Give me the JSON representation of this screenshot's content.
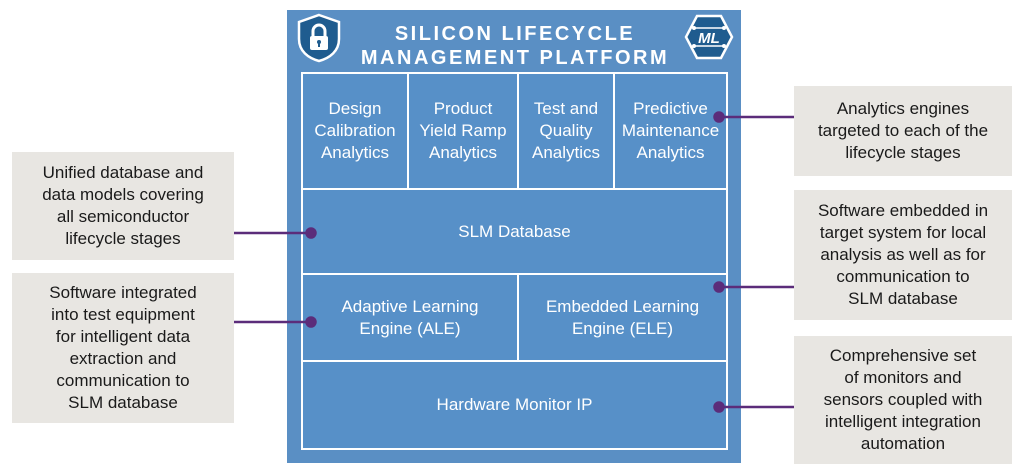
{
  "title": {
    "line1": "SILICON LIFECYCLE",
    "line2": "MANAGEMENT PLATFORM"
  },
  "badges": {
    "left_icon": "shield-lock-icon",
    "right_icon": "ml-chip-icon",
    "right_text": "ML"
  },
  "analytics": [
    {
      "lines": [
        "Design",
        "Calibration",
        "Analytics"
      ]
    },
    {
      "lines": [
        "Product",
        "Yield Ramp",
        "Analytics"
      ]
    },
    {
      "lines": [
        "Test and",
        "Quality",
        "Analytics"
      ]
    },
    {
      "lines": [
        "Predictive",
        "Maintenance",
        "Analytics"
      ]
    }
  ],
  "database": {
    "label": "SLM Database"
  },
  "engines": [
    {
      "lines": [
        "Adaptive Learning",
        "Engine (ALE)"
      ]
    },
    {
      "lines": [
        "Embedded Learning",
        "Engine (ELE)"
      ]
    }
  ],
  "hardware": {
    "label": "Hardware Monitor IP"
  },
  "callouts": {
    "left_top": {
      "lines": [
        "Unified database and",
        "data models covering",
        "all semiconductor",
        "lifecycle stages"
      ]
    },
    "left_bottom": {
      "lines": [
        "Software integrated",
        "into test equipment",
        "for intelligent data",
        "extraction and",
        "communication to",
        "SLM database"
      ]
    },
    "right_top": {
      "lines": [
        "Analytics engines",
        "targeted to each of the",
        "lifecycle stages"
      ]
    },
    "right_middle": {
      "lines": [
        "Software embedded in",
        "target system for local",
        "analysis as well as for",
        "communication to",
        "SLM database"
      ]
    },
    "right_bottom": {
      "lines": [
        "Comprehensive set",
        "of monitors and",
        "sensors coupled with",
        "intelligent integration",
        "automation"
      ]
    }
  },
  "colors": {
    "frame": "#5a8fc4",
    "cell": "#5790c8",
    "callout_bg": "#e8e6e2",
    "connector": "#5b2c7a",
    "badge": "#1f5c8f"
  }
}
